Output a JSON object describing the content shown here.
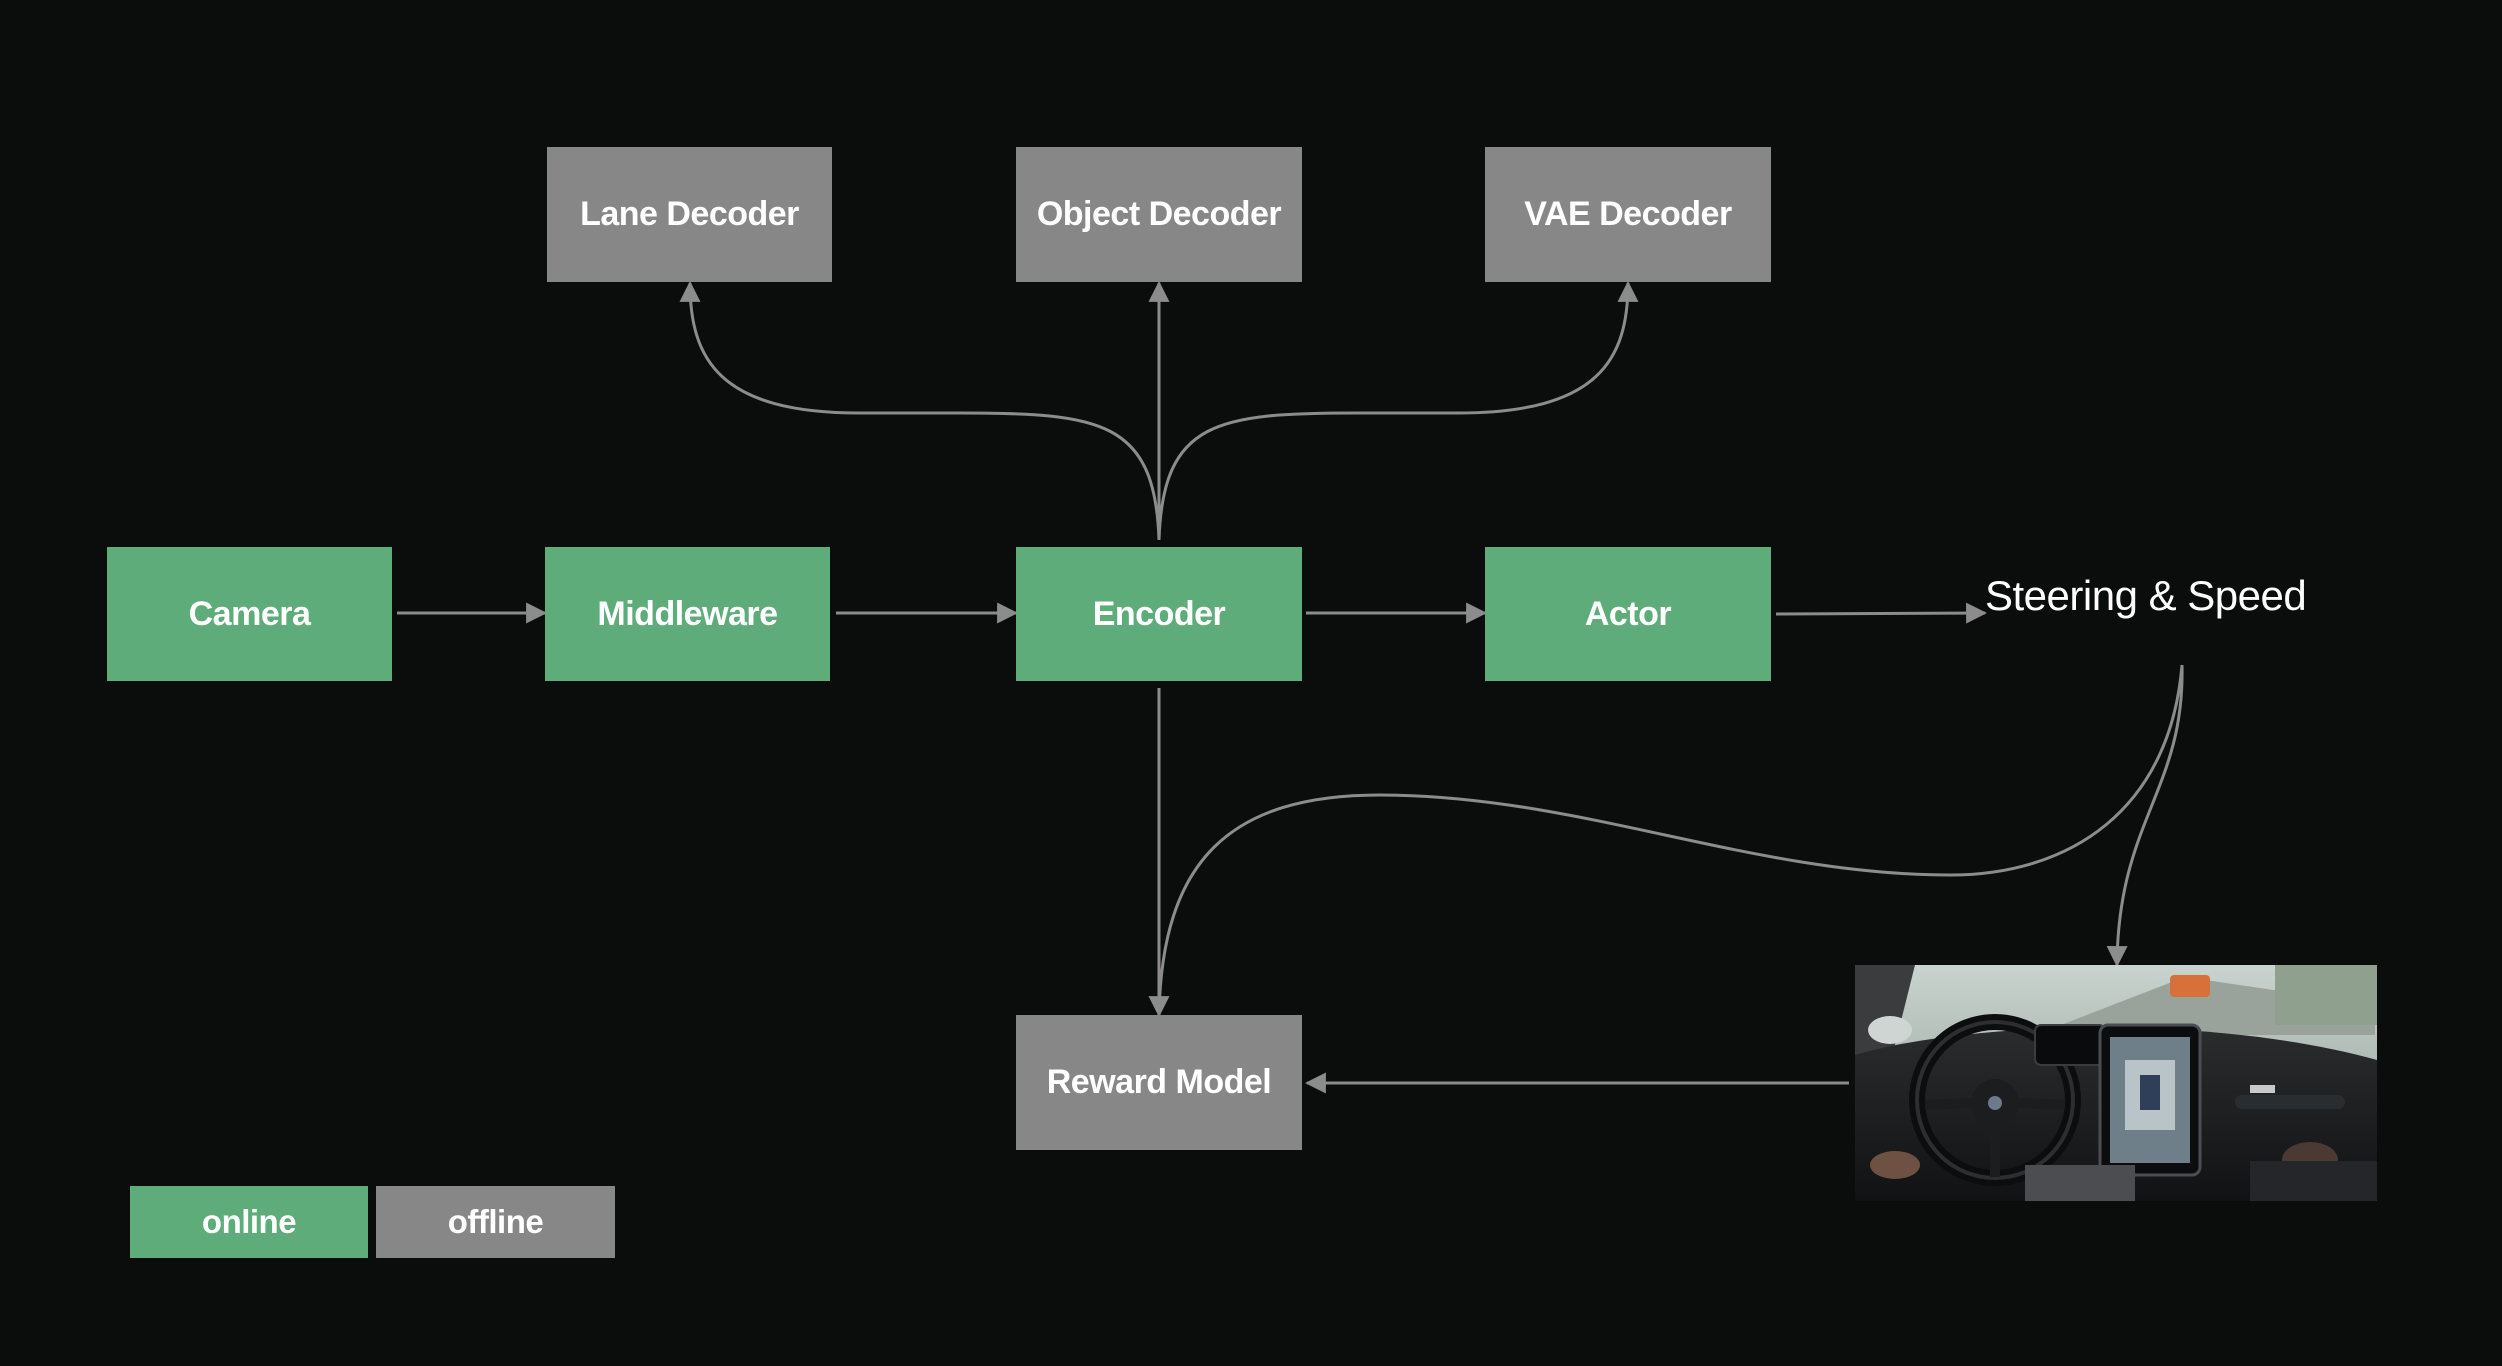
{
  "nodes": {
    "lane_decoder": "Lane Decoder",
    "object_decoder": "Object Decoder",
    "vae_decoder": "VAE Decoder",
    "camera": "Camera",
    "middleware": "Middleware",
    "encoder": "Encoder",
    "actor": "Actor",
    "reward_model": "Reward Model"
  },
  "output_label": "Steering & Speed",
  "legend": {
    "online": "online",
    "offline": "offline"
  },
  "colors": {
    "background": "#0b0d0c",
    "online": "#5dac7a",
    "offline": "#878787",
    "edge": "#8c8c8c",
    "text": "#ffffff"
  },
  "images": {
    "car_interior": "car-dashboard-photo"
  }
}
